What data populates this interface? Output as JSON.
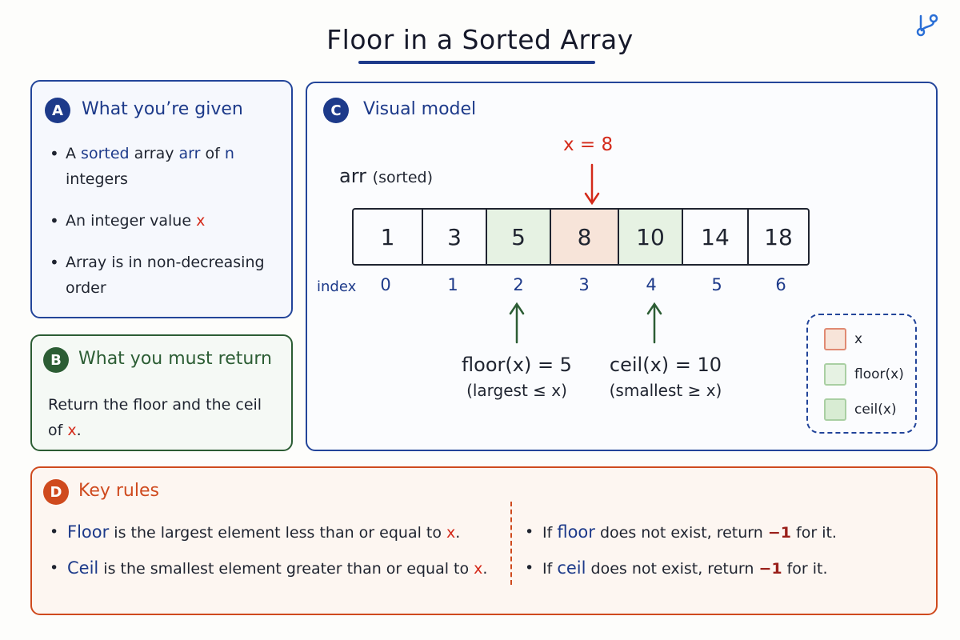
{
  "title": "Floor in a Sorted Array",
  "panel_a": {
    "badge": "A",
    "heading": "What you’re given",
    "bullet1": {
      "t1": "A ",
      "sorted": "sorted",
      "t2": " array ",
      "arr": "arr",
      "t3": " of ",
      "n": "n",
      "t4": " integers"
    },
    "bullet2": {
      "t1": "An integer value ",
      "x": "x"
    },
    "bullet3": "Array is in non-decreasing order"
  },
  "panel_b": {
    "badge": "B",
    "heading": "What you must return",
    "text": "Return the floor and the ceil of ",
    "x": "x",
    "end": "."
  },
  "panel_c": {
    "badge": "C",
    "heading": "Visual model",
    "arr_label": "arr",
    "arr_sub": "(sorted)",
    "x_label": "x = 8",
    "index_label": "index",
    "values": [
      "1",
      "3",
      "5",
      "8",
      "10",
      "14",
      "18"
    ],
    "indices": [
      "0",
      "1",
      "2",
      "3",
      "4",
      "5",
      "6"
    ],
    "floor_eq": "floor(x) = 5",
    "floor_desc": "(largest ≤ x)",
    "ceil_eq": "ceil(x) = 10",
    "ceil_desc": "(smallest ≥ x)",
    "legend": [
      "x",
      "floor(x)",
      "ceil(x)"
    ]
  },
  "panel_d": {
    "badge": "D",
    "heading": "Key rules",
    "left1": {
      "term": "Floor",
      "text": " is the largest element less than or equal to ",
      "x": "x",
      "end": "."
    },
    "left2": {
      "term": "Ceil",
      "text": " is the smallest element greater than or equal to ",
      "x": "x",
      "end": "."
    },
    "right1": {
      "t1": "If ",
      "term": "floor",
      "t2": " does not exist, return ",
      "neg": "−1",
      "t3": " for it."
    },
    "right2": {
      "t1": "If ",
      "term": "ceil",
      "t2": " does not exist, return ",
      "neg": "−1",
      "t3": " for it."
    }
  },
  "colors": {
    "blue": "#23459a",
    "green": "#2c5d34",
    "orange": "#cf4a1e",
    "red": "#d42a1a",
    "floor_cell": "#e6f2e3",
    "x_cell": "#f7e4d9"
  },
  "icons": {
    "corner": "branch-icon"
  }
}
